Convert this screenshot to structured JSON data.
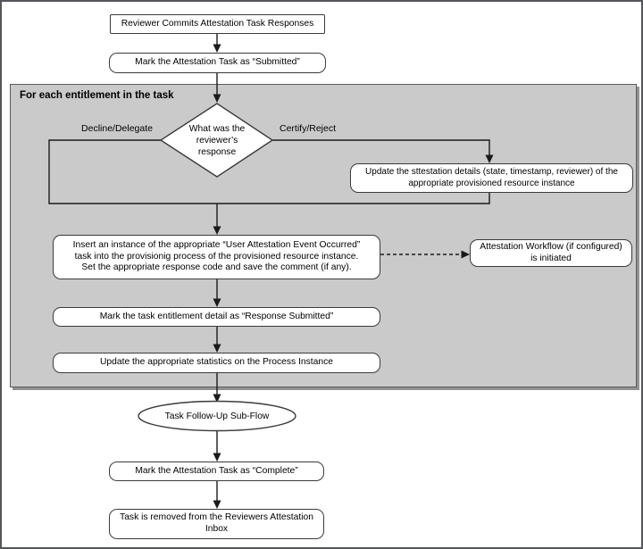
{
  "colors": {
    "page_bg": "#ffffff",
    "region_fill": "#cacaca",
    "node_fill": "#ffffff",
    "node_border": "#3b3b3b",
    "connector": "#1a1a1a"
  },
  "region": {
    "label": "For each entitlement in the task"
  },
  "edge_labels": {
    "decline": "Decline/Delegate",
    "certify": "Certify/Reject"
  },
  "nodes": {
    "start": {
      "text": "Reviewer Commits Attestation Task Responses"
    },
    "mark_submitted": {
      "text": "Mark the Attestation Task as “Submitted”"
    },
    "decision": {
      "lines": [
        "What was the",
        "reviewer’s",
        "response"
      ]
    },
    "update_attestation": {
      "lines": [
        "Update the sttestation details (state, timestamp, reviewer) of the",
        "appropriate provisioned resource instance"
      ]
    },
    "insert_event": {
      "lines": [
        "Insert an instance of the appropriate “User Attestation Event Occurred”",
        "task into the provisionig process of the provisioned resource instance.",
        "Set the appropriate response code and save the comment (if any)."
      ]
    },
    "attestation_workflow": {
      "lines": [
        "Attestation Workflow (if configured)",
        "is initiated"
      ]
    },
    "mark_response_submitted": {
      "text": "Mark the task entitlement detail as “Response Submitted”"
    },
    "update_statistics": {
      "text": "Update the appropriate statistics on the Process Instance"
    },
    "subflow": {
      "text": "Task Follow-Up Sub-Flow"
    },
    "mark_complete": {
      "text": "Mark the Attestation Task as “Complete”"
    },
    "remove_task": {
      "lines": [
        "Task is removed from the Reviewers Attestation",
        "Inbox"
      ]
    }
  }
}
